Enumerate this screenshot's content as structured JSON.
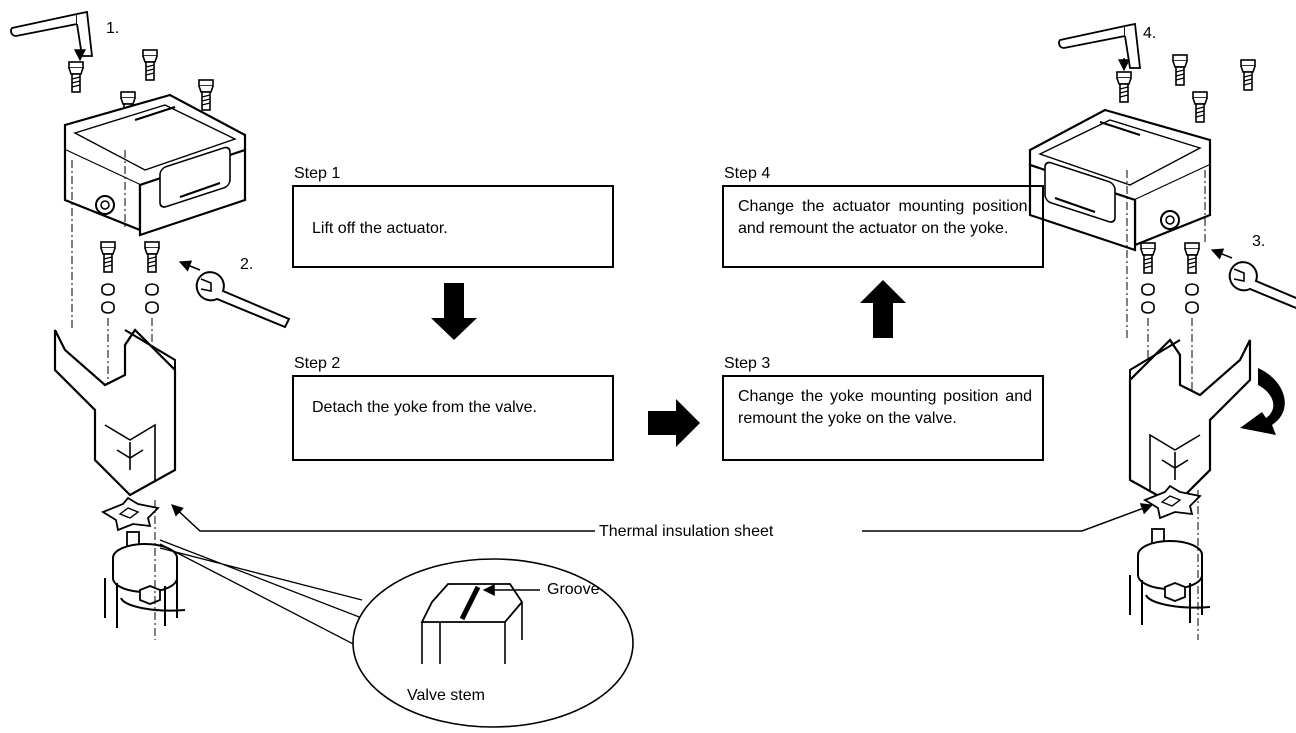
{
  "steps": [
    {
      "title": "Step 1",
      "text": "Lift off the actuator."
    },
    {
      "title": "Step 2",
      "text": "Detach the yoke from the valve."
    },
    {
      "title": "Step 3",
      "text": "Change the yoke mounting position and remount the yoke on the valve."
    },
    {
      "title": "Step 4",
      "text": "Change the actuator mounting position, and remount the actuator on the yoke."
    }
  ],
  "callouts": {
    "n1": "1.",
    "n2": "2.",
    "n3": "3.",
    "n4": "4.",
    "insulation": "Thermal insulation sheet",
    "groove": "Groove",
    "valve_stem": "Valve stem"
  }
}
